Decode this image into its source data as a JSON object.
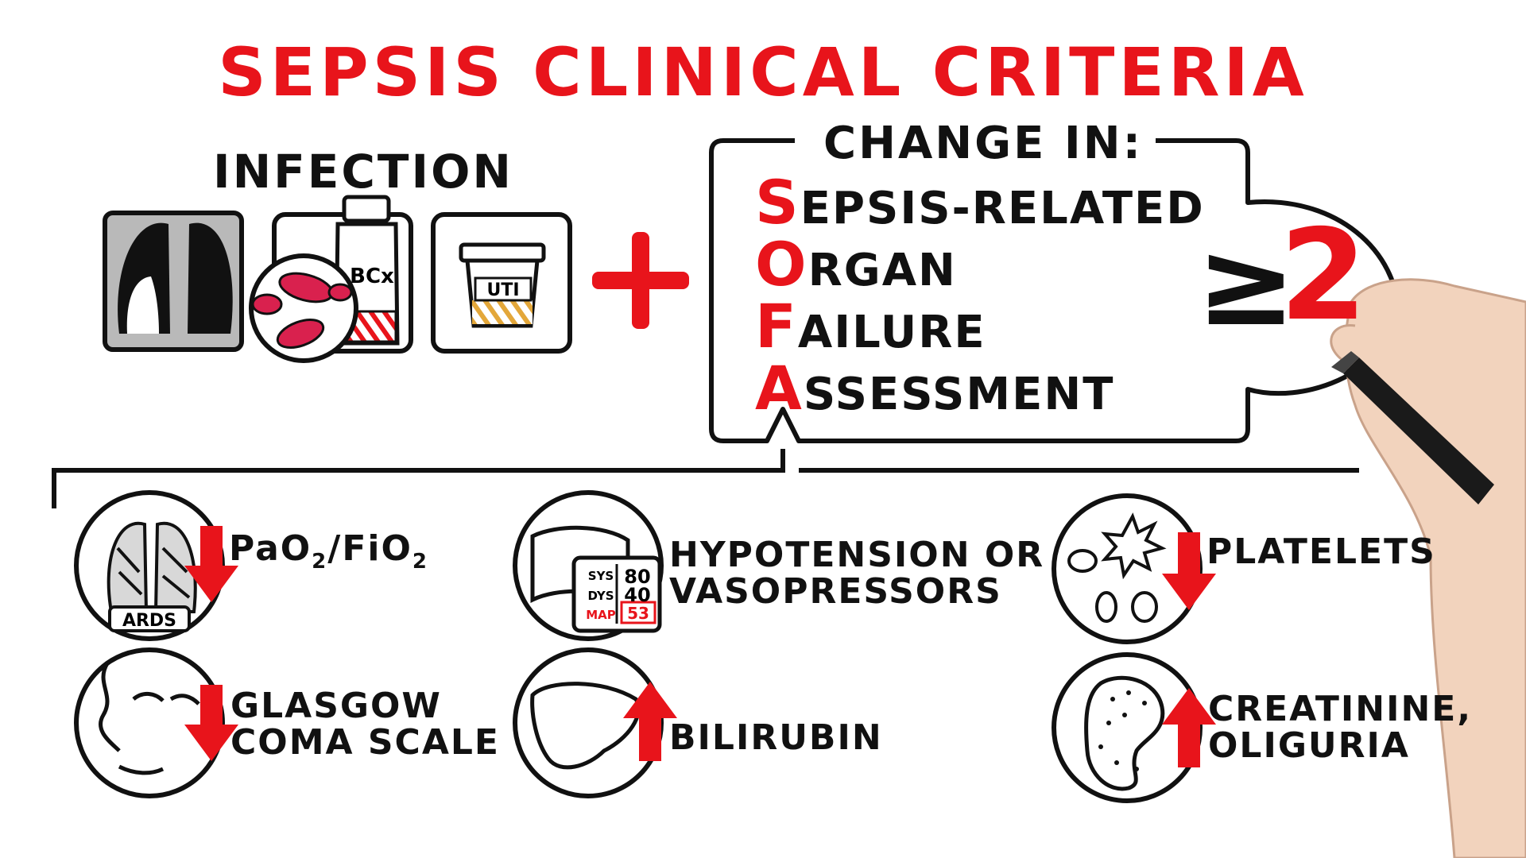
{
  "title": "SEPSIS CLINICAL CRITERIA",
  "infection": {
    "label": "INFECTION",
    "blood_culture_label": "BCx",
    "urine_label": "UTI"
  },
  "change_in": "CHANGE IN:",
  "sofa": {
    "lines": [
      {
        "initial": "S",
        "rest": "EPSIS-RELATED"
      },
      {
        "initial": "O",
        "rest": "RGAN"
      },
      {
        "initial": "F",
        "rest": "AILURE"
      },
      {
        "initial": "A",
        "rest": "SSESSMENT"
      }
    ]
  },
  "threshold": {
    "operator": "≥",
    "value": "2"
  },
  "criteria": {
    "resp": {
      "pao2": "PaO",
      "sub1": "2",
      "slash": "/FiO",
      "sub2": "2",
      "badge": "ARDS",
      "direction": "down"
    },
    "cardio": {
      "line1": "HYPOTENSION OR",
      "line2": "VASOPRESSORS",
      "monitor": {
        "sys_label": "SYS",
        "sys_value": "80",
        "dys_label": "DYS",
        "dys_value": "40",
        "map_label": "MAP",
        "map_value": "53"
      }
    },
    "coag": {
      "label": "PLATELETS",
      "direction": "down"
    },
    "cns": {
      "line1": "GLASGOW",
      "line2": "COMA SCALE",
      "direction": "down"
    },
    "liver": {
      "label": "BILIRUBIN",
      "direction": "up"
    },
    "renal": {
      "line1": "CREATININE,",
      "line2": "OLIGURIA",
      "direction": "up"
    }
  },
  "colors": {
    "accent": "#e8141b",
    "ink": "#111111",
    "bacteria": "#d9214e",
    "urine": "#e3a73a"
  }
}
